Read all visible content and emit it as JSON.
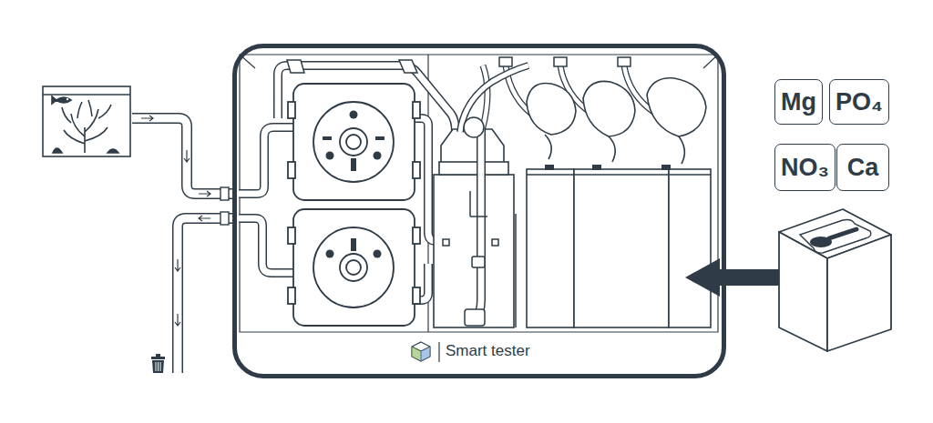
{
  "diagram": {
    "nodes": [
      {
        "text": [
          "Smart tester"
        ]
      },
      {
        "text": [
          "Mg"
        ]
      },
      {
        "text": [
          "PO₄"
        ]
      },
      {
        "text": [
          "NO₃"
        ]
      },
      {
        "text": [
          "Ca"
        ]
      }
    ]
  }
}
